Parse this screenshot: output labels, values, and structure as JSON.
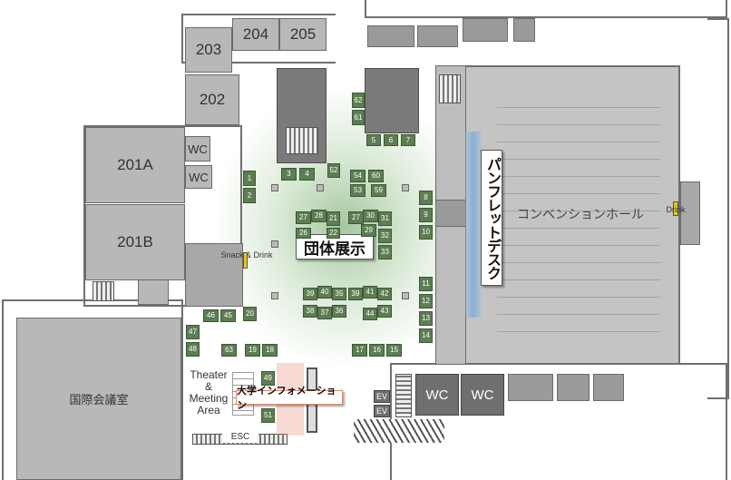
{
  "rooms": {
    "r203": "203",
    "r204": "204",
    "r205": "205",
    "r202": "202",
    "r201a": "201A",
    "r201b": "201B",
    "kokusai": "国際会議室"
  },
  "wc": {
    "small1": "WC",
    "small2": "WC",
    "big1": "WC",
    "big2": "WC"
  },
  "ev": {
    "ev1": "EV",
    "ev2": "EV"
  },
  "areas": {
    "snack": "Snack & Drink",
    "drink": "Drink",
    "theater_line1": "Theater",
    "theater_line2": "&",
    "theater_line3": "Meeting",
    "theater_line4": "Area",
    "esc": "ESC"
  },
  "labels": {
    "group_exhibit": "団体展示",
    "pamphlet_desk": "パンフレットデスク",
    "convention_hall": "コンベンションホール",
    "univ_info": "大学インフォメーション"
  },
  "booths": {
    "b1": "1",
    "b2": "2",
    "b3": "3",
    "b4": "4",
    "b5": "5",
    "b6": "6",
    "b7": "7",
    "b8": "8",
    "b9": "9",
    "b10": "10",
    "b11": "11",
    "b12": "12",
    "b13": "13",
    "b14": "14",
    "b15": "15",
    "b16": "16",
    "b17": "17",
    "b18": "18",
    "b19": "19",
    "b20": "20",
    "b21": "21",
    "b22": "22",
    "b26": "26",
    "b27": "27",
    "b27b": "27",
    "b28": "28",
    "b29": "29",
    "b30": "30",
    "b31": "31",
    "b32": "32",
    "b33": "33",
    "b35": "35",
    "b36": "36",
    "b37": "37",
    "b38": "38",
    "b39": "39",
    "b39b": "39",
    "b40": "40",
    "b41": "41",
    "b42": "42",
    "b43": "43",
    "b44": "44",
    "b45": "45",
    "b46": "46",
    "b47": "47",
    "b48": "48",
    "b49": "49",
    "b51": "51",
    "b52": "52",
    "b53": "53",
    "b54": "54",
    "b59": "59",
    "b60": "60",
    "b61": "61",
    "b62": "62",
    "b63": "63"
  },
  "colors": {
    "booth": "#5d7d52",
    "exhibit_glow": "#8fbf85",
    "pamphlet_highlight": "#9cc3e6",
    "univ_info_border": "#e08a70"
  }
}
